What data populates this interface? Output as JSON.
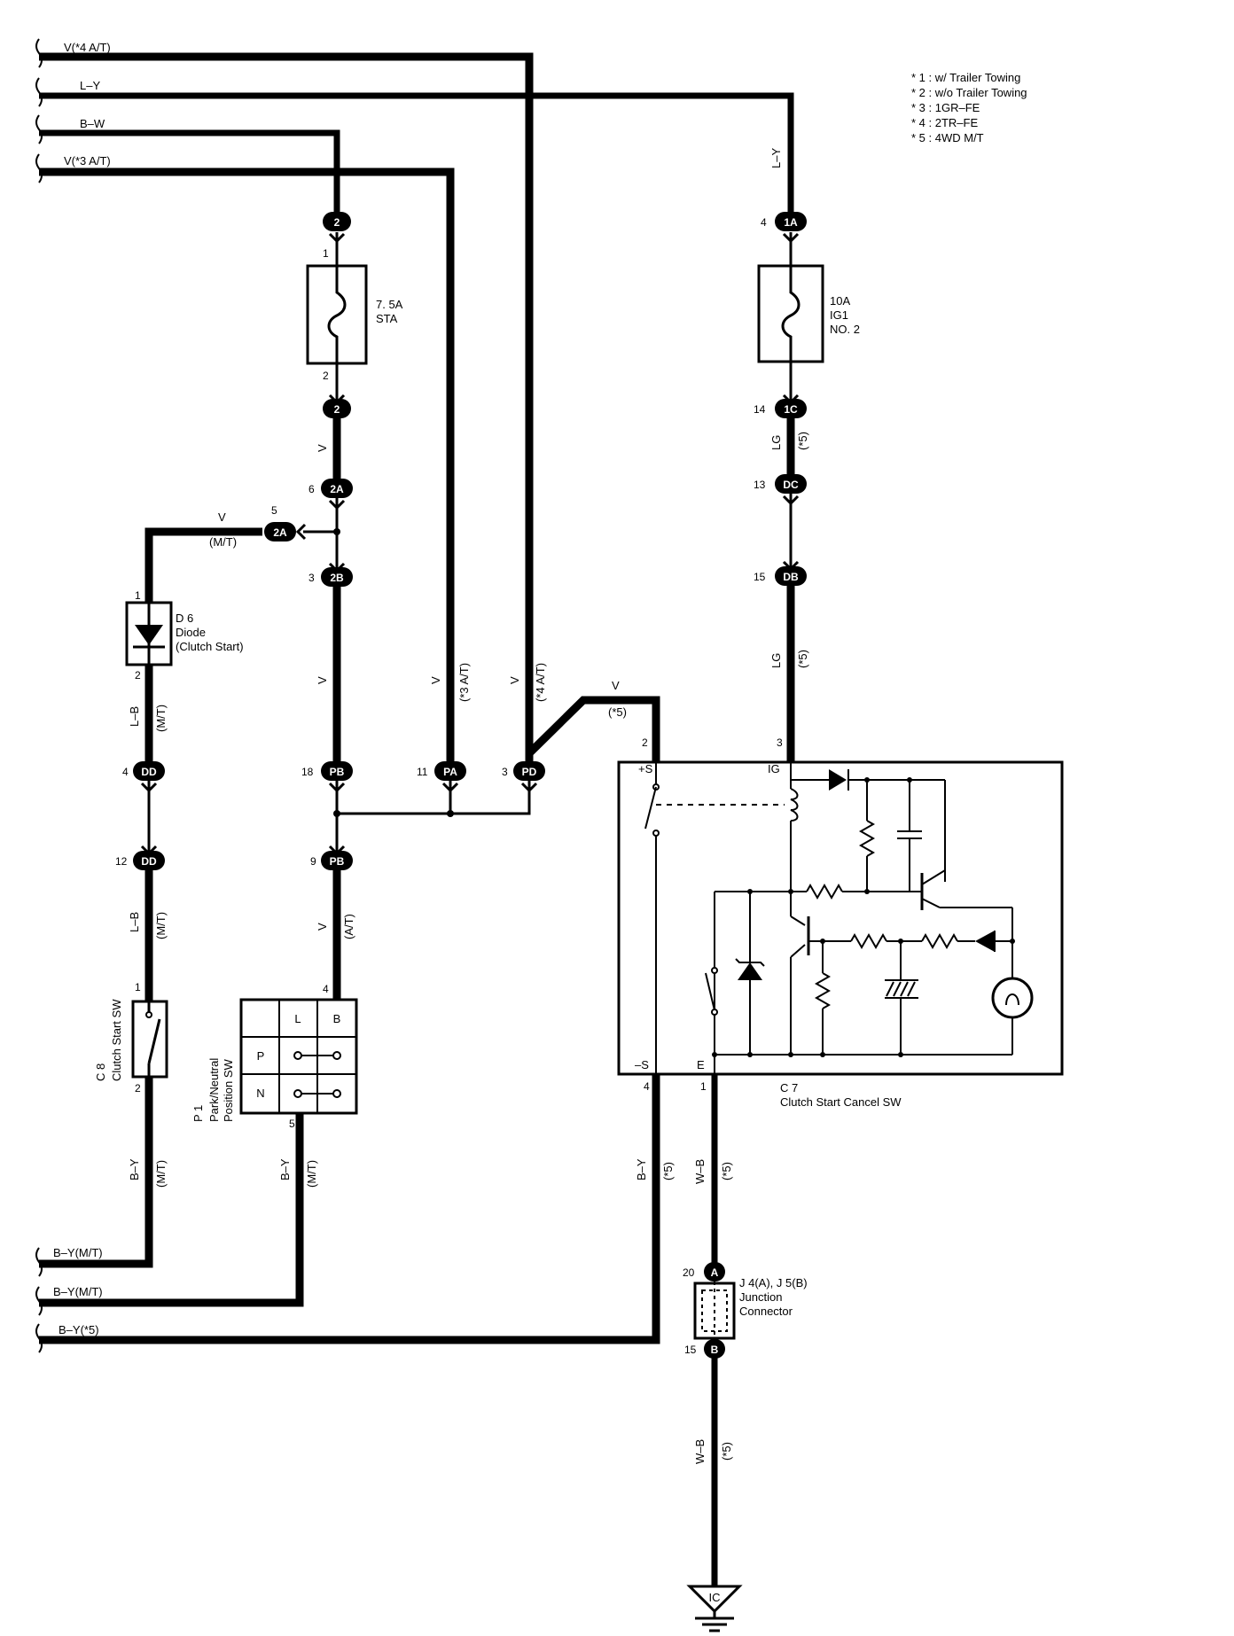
{
  "notes": [
    "* 1 : w/ Trailer Towing",
    "* 2 : w/o Trailer Towing",
    "* 3 : 1GR–FE",
    "* 4 : 2TR–FE",
    "* 5 : 4WD M/T"
  ],
  "left_wires": {
    "v_4at": "V(*4 A/T)",
    "ly": "L–Y",
    "bw": "B–W",
    "v_3at": "V(*3 A/T)",
    "by_mt_1": "B–Y(M/T)",
    "by_mt_2": "B–Y(M/T)",
    "by_5": "B–Y(*5)"
  },
  "wire_labels": {
    "ly": "L–Y",
    "v1": "V",
    "v_mt": "V",
    "mt1": "(M/T)",
    "v_main": "V",
    "v_3at": "V",
    "a3at": "(*3 A/T)",
    "v_4at": "V",
    "a4at": "(*4 A/T)",
    "v_5": "V",
    "n5": "(*5)",
    "lg1": "LG",
    "lg1n": "(*5)",
    "lg2": "LG",
    "lg2n": "(*5)",
    "lb1": "L–B",
    "lb1n": "(M/T)",
    "lb2": "L–B",
    "lb2n": "(M/T)",
    "v_at": "V",
    "at": "(A/T)",
    "by1": "B–Y",
    "by1n": "(M/T)",
    "by2": "B–Y",
    "by2n": "(M/T)",
    "by3": "B–Y",
    "by3n": "(*5)",
    "wb1": "W–B",
    "wb1n": "(*5)",
    "wb2": "W–B",
    "wb2n": "(*5)"
  },
  "connectors": {
    "c2_top": "2",
    "c2_bot": "2",
    "c2a_6": "2A",
    "c2a_5": "2A",
    "c2b": "2B",
    "c1a": "1A",
    "c1c": "1C",
    "cdc": "DC",
    "cdb": "DB",
    "cpb18": "PB",
    "cpa": "PA",
    "cpd": "PD",
    "cdd4": "DD",
    "cdd12": "DD",
    "cpb9": "PB",
    "cjA": "A",
    "cjB": "B"
  },
  "pins": {
    "p_sta1": "1",
    "p_sta2": "2",
    "p6": "6",
    "p5": "5",
    "p3_2b": "3",
    "p4_1a": "4",
    "p14": "14",
    "p13": "13",
    "p15_db": "15",
    "p1_d6": "1",
    "p2_d6": "2",
    "p4_dd": "4",
    "p18": "18",
    "p11": "11",
    "p3_pd": "3",
    "p12": "12",
    "p9": "9",
    "p2_c7": "2",
    "p3_c7": "3",
    "p1_c8": "1",
    "p2_c8": "2",
    "p4_p1": "4",
    "p5_p1": "5",
    "p4_c7": "4",
    "p1_c7": "1",
    "p20": "20",
    "p15_j": "15"
  },
  "components": {
    "fuse_sta_rating": "7. 5A",
    "fuse_sta_name": "STA",
    "fuse_ig1_rating": "10A",
    "fuse_ig1_name": "IG1",
    "fuse_ig1_no": "NO. 2",
    "diode_ref": "D 6",
    "diode_name": "Diode",
    "diode_sub": "(Clutch Start)",
    "c8_ref": "C 8",
    "c8_name": "Clutch Start SW",
    "p1_ref": "P 1",
    "p1_name1": "Park/Neutral",
    "p1_name2": "Position SW",
    "p1_L": "L",
    "p1_B": "B",
    "p1_P": "P",
    "p1_N": "N",
    "c7_ref": "C 7",
    "c7_name": "Clutch Start Cancel SW",
    "c7_plus_s": "+S",
    "c7_ig": "IG",
    "c7_minus_s": "–S",
    "c7_e": "E",
    "junction_ref": "J 4(A), J 5(B)",
    "junction_name1": "Junction",
    "junction_name2": "Connector",
    "ground": "IC"
  }
}
